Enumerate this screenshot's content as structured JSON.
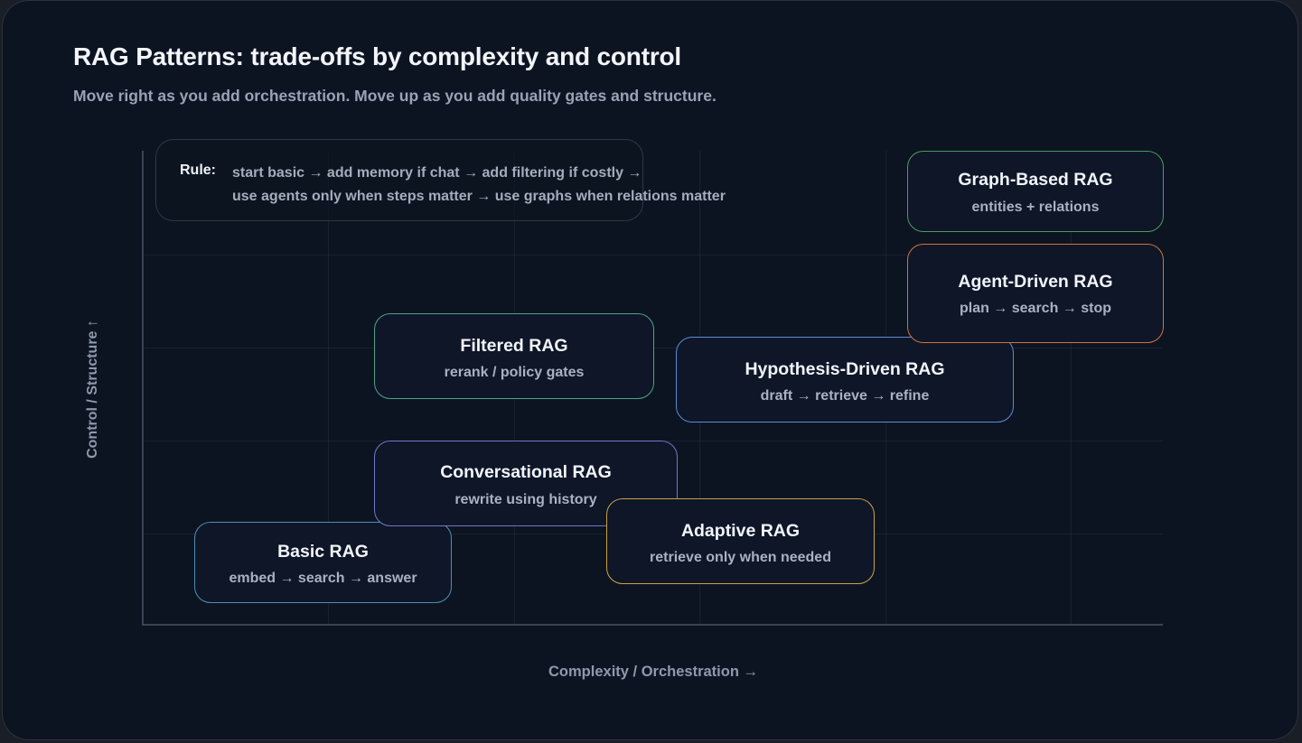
{
  "header": {
    "title": "RAG Patterns: trade-offs by complexity and control",
    "subtitle": "Move right as you add orchestration. Move up as you add quality gates and structure."
  },
  "axes": {
    "y_label": "Control / Structure ↑",
    "x_label": "Complexity / Orchestration →"
  },
  "rule": {
    "label": "Rule:",
    "line1": "start basic → add memory if chat → add filtering if costly →",
    "line2": "use agents only when steps matter → use graphs when relations matter"
  },
  "nodes": [
    {
      "id": "basic",
      "title": "Basic RAG",
      "subtitle": "embed → search → answer",
      "border": "#4f8fb0"
    },
    {
      "id": "conversational",
      "title": "Conversational RAG",
      "subtitle": "rewrite using history",
      "border": "#6f78c8"
    },
    {
      "id": "filtered",
      "title": "Filtered RAG",
      "subtitle": "rerank / policy gates",
      "border": "#4fa388"
    },
    {
      "id": "adaptive",
      "title": "Adaptive RAG",
      "subtitle": "retrieve only when needed",
      "border": "#c9a246"
    },
    {
      "id": "hypothesis",
      "title": "Hypothesis-Driven RAG",
      "subtitle": "draft → retrieve → refine",
      "border": "#5c8ad6"
    },
    {
      "id": "agent",
      "title": "Agent-Driven RAG",
      "subtitle": "plan → search → stop",
      "border": "#d2733c"
    },
    {
      "id": "graph",
      "title": "Graph-Based RAG",
      "subtitle": "entities + relations",
      "border": "#4d9a5c"
    }
  ]
}
